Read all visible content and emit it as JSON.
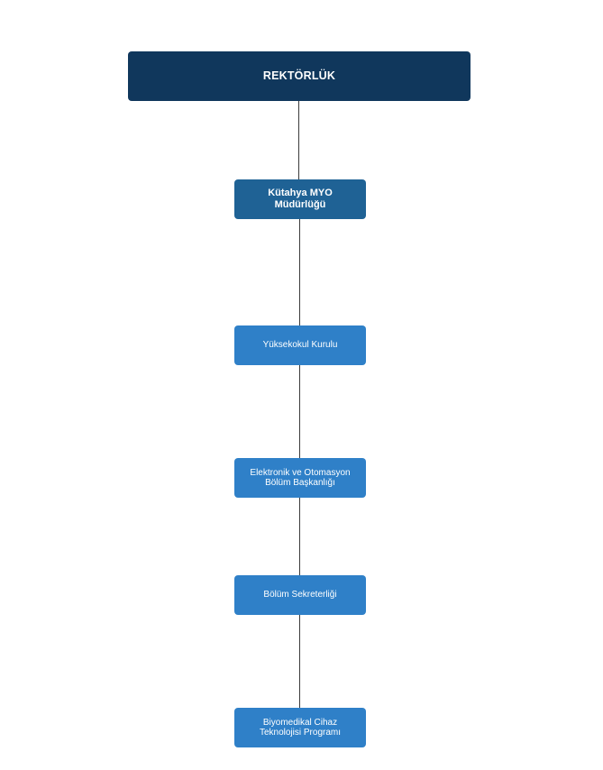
{
  "colors": {
    "root_fill": "#10375c",
    "level1_fill": "#1f6295",
    "level2_fill": "#2f80c8",
    "text": "#ffffff",
    "connector": "#3a3a3a"
  },
  "nodes": {
    "root": "REKTÖRLÜK",
    "myo": "Kütahya MYO\nMüdürlüğü",
    "kurul": "Yüksekokul Kurulu",
    "bolum": "Elektronik ve Otomasyon\nBölüm Başkanlığı",
    "sekreter": "Bölüm Sekreterliği",
    "program": "Biyomedikal Cihaz\nTeknolojisi Programı"
  }
}
